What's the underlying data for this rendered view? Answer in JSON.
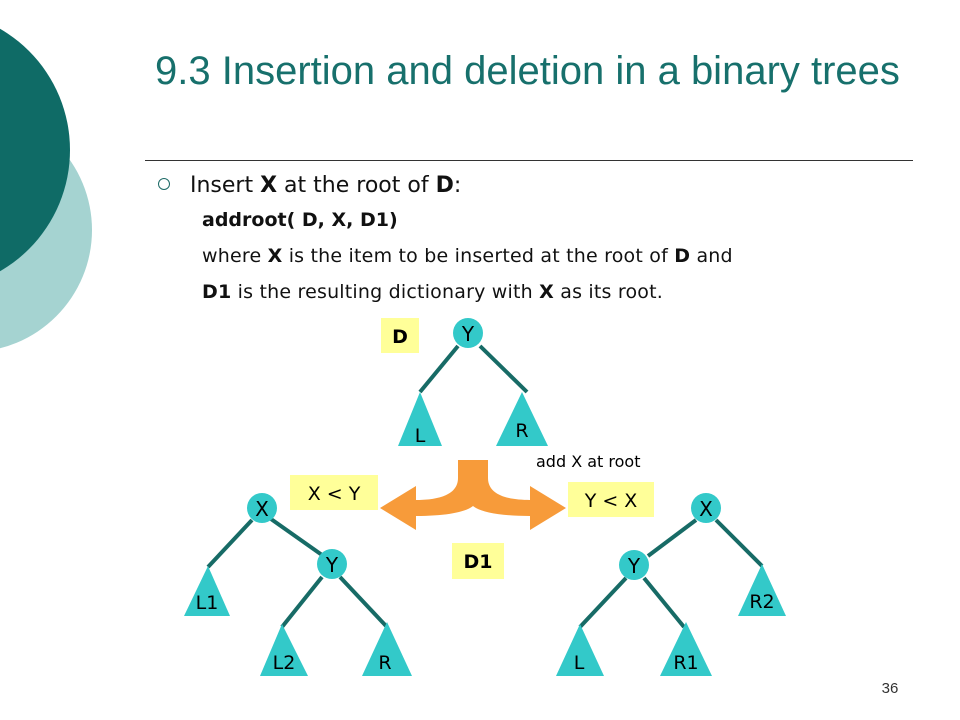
{
  "slide": {
    "title": "9.3 Insertion and deletion in a binary trees",
    "number": "36"
  },
  "body": {
    "bullet": {
      "pre": "Insert ",
      "x": "X",
      "mid": " at the root of ",
      "d": "D",
      "post": ":"
    },
    "code": "addroot( D, X, D1)",
    "desc1": {
      "a": "where ",
      "x": "X",
      "b": " is the item to be inserted at the root of ",
      "d": "D",
      "c": " and"
    },
    "desc2": {
      "d1": "D1",
      "a": " is the resulting dictionary with ",
      "x": "X",
      "b": " as its root."
    }
  },
  "diagram": {
    "colors": {
      "node": "#33c9c9",
      "edge": "#176b66",
      "label_box": "#ffff99",
      "arrow": "#f79b3a"
    },
    "labels": {
      "D": "D",
      "D1": "D1",
      "x_less_y": "X < Y",
      "y_less_x": "Y < X",
      "add_root": "add X at root"
    },
    "top_tree": {
      "root": "Y",
      "left": "L",
      "right": "R"
    },
    "left_tree": {
      "root": "X",
      "left": "L1",
      "child": "Y",
      "child_left": "L2",
      "child_right": "R"
    },
    "right_tree": {
      "root": "X",
      "right": "R2",
      "child": "Y",
      "child_left": "L",
      "child_right": "R1"
    }
  }
}
